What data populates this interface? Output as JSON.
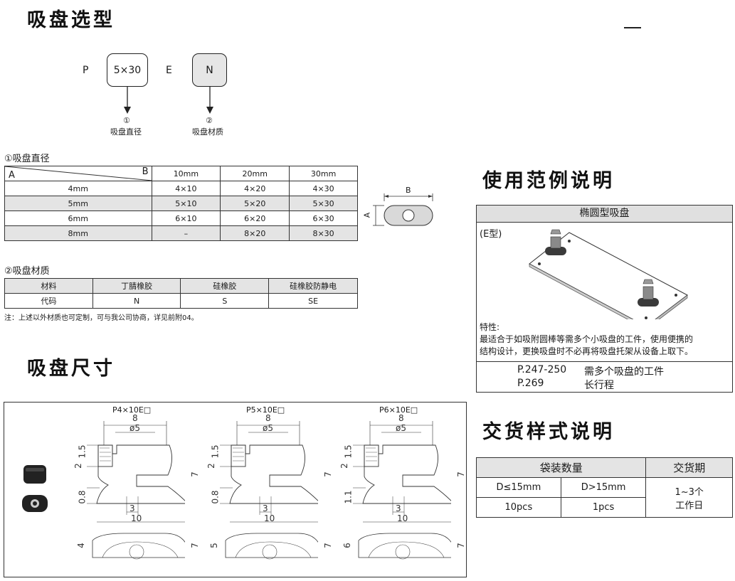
{
  "page": {
    "title_selection": "吸盘选型",
    "title_dimensions": "吸盘尺寸",
    "title_usage": "使用范例说明",
    "title_delivery": "交货样式说明"
  },
  "code": {
    "prefix": "P",
    "box1": "5×30",
    "middle": "E",
    "box2": "N",
    "label1_num": "①",
    "label1": "吸盘直径",
    "label2_num": "②",
    "label2": "吸盘材质"
  },
  "diameter_table": {
    "heading": "①吸盘直径",
    "corner_a": "A",
    "corner_b": "B",
    "columns": [
      "10mm",
      "20mm",
      "30mm"
    ],
    "rows": [
      {
        "a": "4mm",
        "cells": [
          "4×10",
          "4×20",
          "4×30"
        ]
      },
      {
        "a": "5mm",
        "cells": [
          "5×10",
          "5×20",
          "5×30"
        ]
      },
      {
        "a": "6mm",
        "cells": [
          "6×10",
          "6×20",
          "6×30"
        ]
      },
      {
        "a": "8mm",
        "cells": [
          "–",
          "8×20",
          "8×30"
        ]
      }
    ],
    "diagram_b": "B",
    "diagram_a": "A"
  },
  "material_table": {
    "heading": "②吸盘材质",
    "headers": [
      "材料",
      "丁腈橡胶",
      "硅橡胶",
      "硅橡胶防静电"
    ],
    "codes": [
      "代码",
      "N",
      "S",
      "SE"
    ],
    "note": "注：上述以外材质也可定制，可与我公司协商，详见前附04。"
  },
  "usage": {
    "panel_title": "椭圆型吸盘",
    "type_label": "(E型)",
    "feature_heading": "特性:",
    "feature_line1": "最适合于如吸附圆棒等需多个小吸盘的工件，使用便携的",
    "feature_line2": "结构设计，更换吸盘时不必再将吸盘托架从设备上取下。",
    "refs": [
      {
        "page": "P.247-250",
        "desc": "需多个吸盘的工件"
      },
      {
        "page": "P.269",
        "desc": "长行程"
      }
    ]
  },
  "delivery": {
    "h_qty": "袋装数量",
    "h_time": "交货期",
    "c1": "D≤15mm",
    "c2": "D>15mm",
    "v1": "10pcs",
    "v2": "1pcs",
    "time_line1": "1~3个",
    "time_line2": "工作日"
  },
  "dimensions": {
    "figures": [
      {
        "title": "P4×10E□",
        "top": "8",
        "phi": "ø5",
        "h1": "1.5",
        "h2": "2",
        "h3": "0.8",
        "hr": "7",
        "w3": "3",
        "w10": "10",
        "side_h": "4",
        "side_r": "7"
      },
      {
        "title": "P5×10E□",
        "top": "8",
        "phi": "ø5",
        "h1": "1.5",
        "h2": "2",
        "h3": "0.8",
        "hr": "7",
        "w3": "3",
        "w10": "10",
        "side_h": "5",
        "side_r": "7"
      },
      {
        "title": "P6×10E□",
        "top": "8",
        "phi": "ø5",
        "h1": "1.5",
        "h2": "2",
        "h3": "1.1",
        "hr": "7",
        "w3": "3",
        "w10": "10",
        "side_h": "6",
        "side_r": "7"
      }
    ]
  }
}
